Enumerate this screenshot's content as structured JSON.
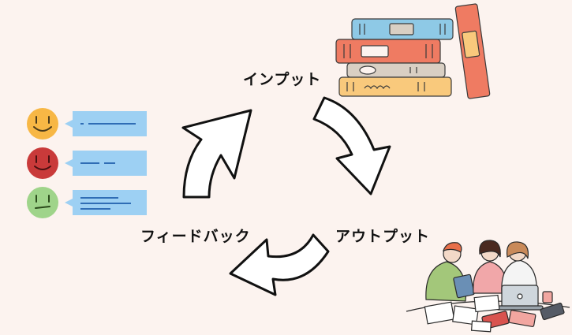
{
  "cycle": {
    "steps": [
      {
        "label": "インプット"
      },
      {
        "label": "アウトプット"
      },
      {
        "label": "フィードバック"
      }
    ]
  },
  "colors": {
    "background": "#fcf3ef",
    "arrow_fill": "#ffffff",
    "arrow_stroke": "#111111",
    "book_blue": "#8ec9e6",
    "book_red": "#ef7b62",
    "book_tan": "#d9cfc3",
    "book_yellow": "#f9c97c",
    "face_happy": "#f7b745",
    "face_neutral_red": "#c93a3a",
    "face_meh": "#9fd48a",
    "bubble": "#9dd0f3",
    "bubble_line": "#2f6db5"
  },
  "icons": [
    "book-stack-icon",
    "smiley-face-icon",
    "speech-bubble-icon",
    "people-studying-illustration"
  ]
}
